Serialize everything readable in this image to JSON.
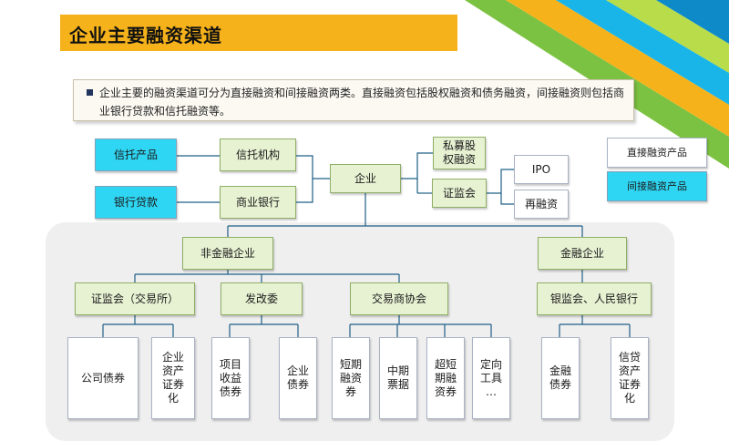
{
  "header": {
    "title": "企业主要融资渠道"
  },
  "note": {
    "text": "企业主要的融资渠道可分为直接融资和间接融资两类。直接融资包括股权融资和债务融资，间接融资则包括商业银行贷款和信托融资等。"
  },
  "legend": {
    "direct": "直接融资产品",
    "indirect": "间接融资产品"
  },
  "nodes": {
    "trust_product": "信托产品",
    "trust_institution": "信托机构",
    "bank_loan": "银行贷款",
    "commercial_bank": "商业银行",
    "enterprise": "企业",
    "private_equity": "私募股\n权融资",
    "csrc": "证监会",
    "ipo": "IPO",
    "refinancing": "再融资",
    "non_financial": "非金融企业",
    "financial": "金融企业",
    "csrc_exchange": "证监会（交易所）",
    "ndrc": "发改委",
    "nafmii": "交易商协会",
    "cbrc_pboc": "银监会、人民银行",
    "corporate_bond": "公司债券",
    "abs": "企业\n资产\n证券\n化",
    "project_bond": "项目\n收益\n债券",
    "enterprise_bond": "企业\n债券",
    "short_term": "短期\n融资\n券",
    "mtn": "中期\n票据",
    "super_short": "超短\n期融\n资券",
    "directional": "定向\n工具\n…",
    "financial_bond": "金融\n债券",
    "credit_abs": "信贷\n资产\n证券\n化"
  }
}
